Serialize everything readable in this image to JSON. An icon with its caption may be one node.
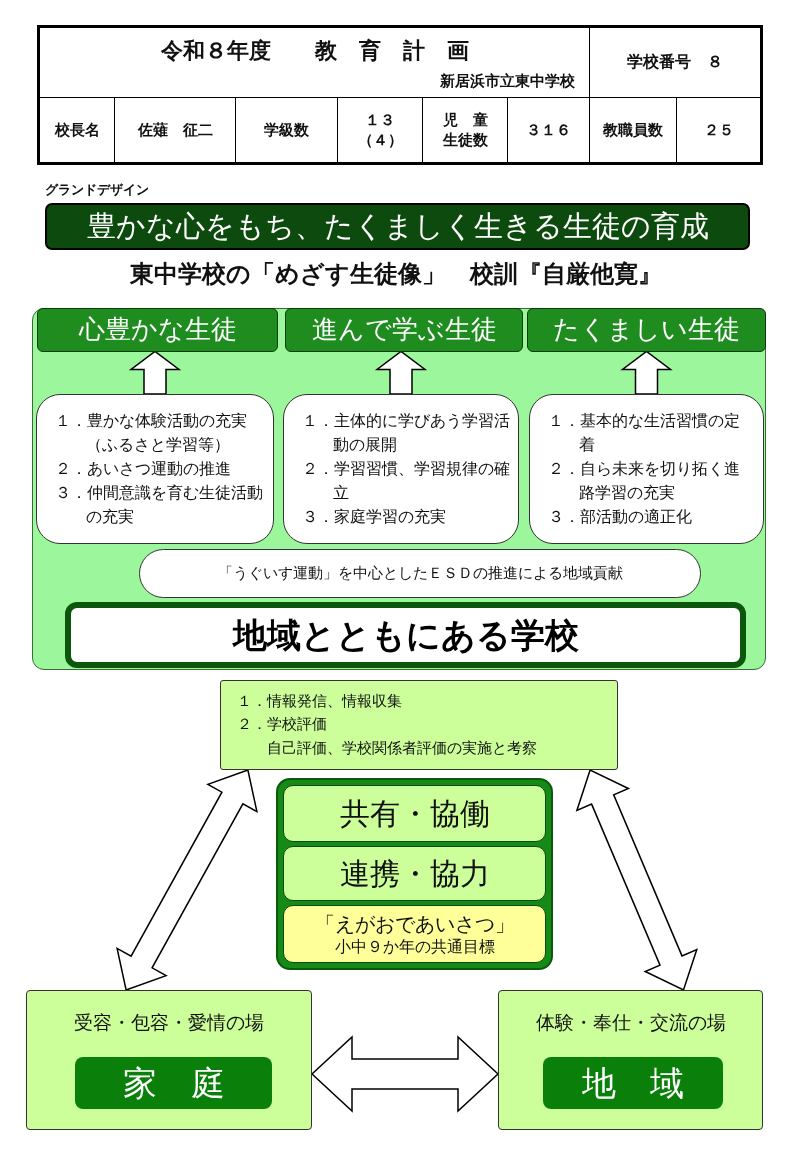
{
  "diagram": {
    "title": "令和８年度　　教　育　計　画",
    "nodes": [
      {
        "text": [
          "豊かな心をもち、たくましく生きる生徒の育成"
        ],
        "beside": [
          "グランドデザイン"
        ]
      },
      {
        "text": [],
        "shape": "box"
      },
      {
        "text": [
          "心豊かな生徒"
        ],
        "in": 1
      },
      {
        "text": [
          "進んで学ぶ生徒"
        ],
        "in": 1
      },
      {
        "text": [
          "たくましい生徒"
        ],
        "in": 1
      },
      {
        "text": [
          "１．豊かな体験活動の充実（ふるさと学習等）",
          "２．あいさつ運動の推進",
          "３．仲間意識を育む生徒活動の充実"
        ],
        "in": 1
      },
      {
        "text": [
          "１．主体的に学びあう学習活動の展開",
          "２．学習習慣、学習規律の確立",
          "３．家庭学習の充実"
        ],
        "in": 1
      },
      {
        "text": [
          "１．基本的な生活習慣の定着",
          "２．自ら未来を切り拓く進路学習の充実",
          "３．部活動の適正化"
        ],
        "in": 1
      },
      {
        "text": [
          "「うぐいす運動」を中心としたＥＳＤの推進による地域貢献"
        ],
        "in": 1
      },
      {
        "text": [
          "地域とともにある学校"
        ],
        "in": 1
      },
      {
        "text": [
          "１．情報発信、情報収集",
          "２．学校評価",
          "自己評価、学校関係者評価の実施と考察"
        ]
      },
      {
        "text": [],
        "shape": "box"
      },
      {
        "text": [
          "共有・協働"
        ],
        "in": 11
      },
      {
        "text": [
          "連携・協力"
        ],
        "in": 11
      },
      {
        "text": [
          "「えがおであいさつ」",
          "小中９か年の共通目標"
        ],
        "in": 11
      },
      {
        "text": [
          "受容・包容・愛情の場"
        ]
      },
      {
        "text": [
          "家　庭"
        ],
        "in": 15
      },
      {
        "text": [
          "体験・奉仕・交流の場"
        ]
      },
      {
        "text": [
          "地　域"
        ],
        "in": 17
      }
    ],
    "edges": [
      {
        "from": 5,
        "to": 2,
        "arrow": "to"
      },
      {
        "from": 6,
        "to": 3,
        "arrow": "to"
      },
      {
        "from": 7,
        "to": 4,
        "arrow": "to"
      },
      {
        "from": 10,
        "to": 15,
        "arrow": "both"
      },
      {
        "from": 10,
        "to": 17,
        "arrow": "both"
      },
      {
        "from": 15,
        "to": 17,
        "arrow": "both"
      }
    ],
    "labels": [
      "新居浜市立東中学校",
      "学校番号　８",
      "校長名",
      "佐薙　征二",
      "学級数",
      "１３（４）",
      "児　童生徒数",
      "３１６",
      "教職員数",
      "２５",
      "東中学校の「めざす生徒像」　校訓『自厳他寛』"
    ]
  }
}
